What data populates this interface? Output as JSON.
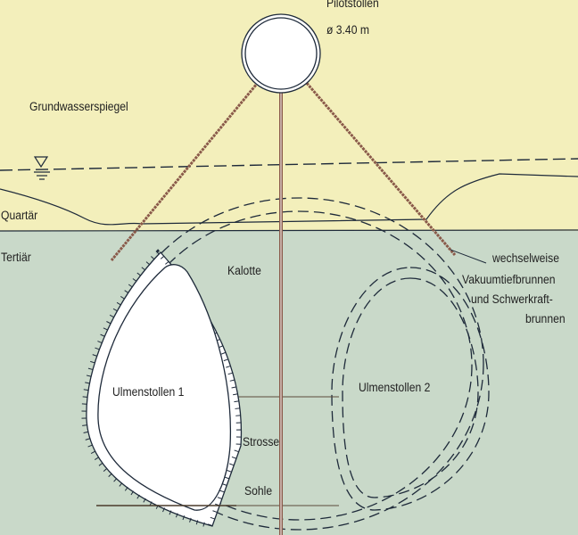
{
  "labels": {
    "pilot_title": "Pilotstollen",
    "pilot_diameter": "ø 3.40 m",
    "groundwater": "Grundwasserspiegel",
    "quartaer": "Quartär",
    "tertiaer": "Tertiär",
    "kalotte": "Kalotte",
    "wells_line1": "wechselweise",
    "wells_line2": "Vakuumtiefbrunnen",
    "wells_line3": "und Schwerkraft-",
    "wells_line4": "brunnen",
    "ulmen1": "Ulmenstollen 1",
    "ulmen2": "Ulmenstollen 2",
    "strosse": "Strosse",
    "sohle": "Sohle"
  },
  "colors": {
    "quartaer_fill": "#f3efbb",
    "tertiaer_fill": "#c9d9c9",
    "well": "#8a5a4a",
    "line": "#1e2a3a"
  }
}
